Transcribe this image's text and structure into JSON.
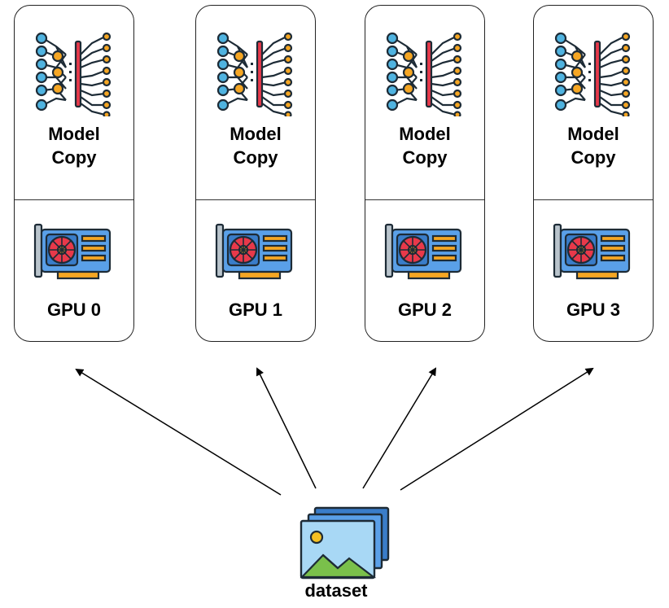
{
  "cards": [
    {
      "model_label": "Model\nCopy",
      "gpu_label": "GPU 0"
    },
    {
      "model_label": "Model\nCopy",
      "gpu_label": "GPU 1"
    },
    {
      "model_label": "Model\nCopy",
      "gpu_label": "GPU 2"
    },
    {
      "model_label": "Model\nCopy",
      "gpu_label": "GPU 3"
    }
  ],
  "dataset": {
    "label": "dataset"
  },
  "icons": {
    "model": "neural-network-icon",
    "gpu": "gpu-card-icon",
    "dataset": "image-stack-icon"
  },
  "colors": {
    "node_blue": "#4fb3e0",
    "node_orange": "#f5a623",
    "bar_red": "#e8394a",
    "gpu_board": "#5aa0e8",
    "fan_red": "#e8394a",
    "grass_green": "#7ac04b",
    "sky_blue": "#a8d8f5"
  }
}
